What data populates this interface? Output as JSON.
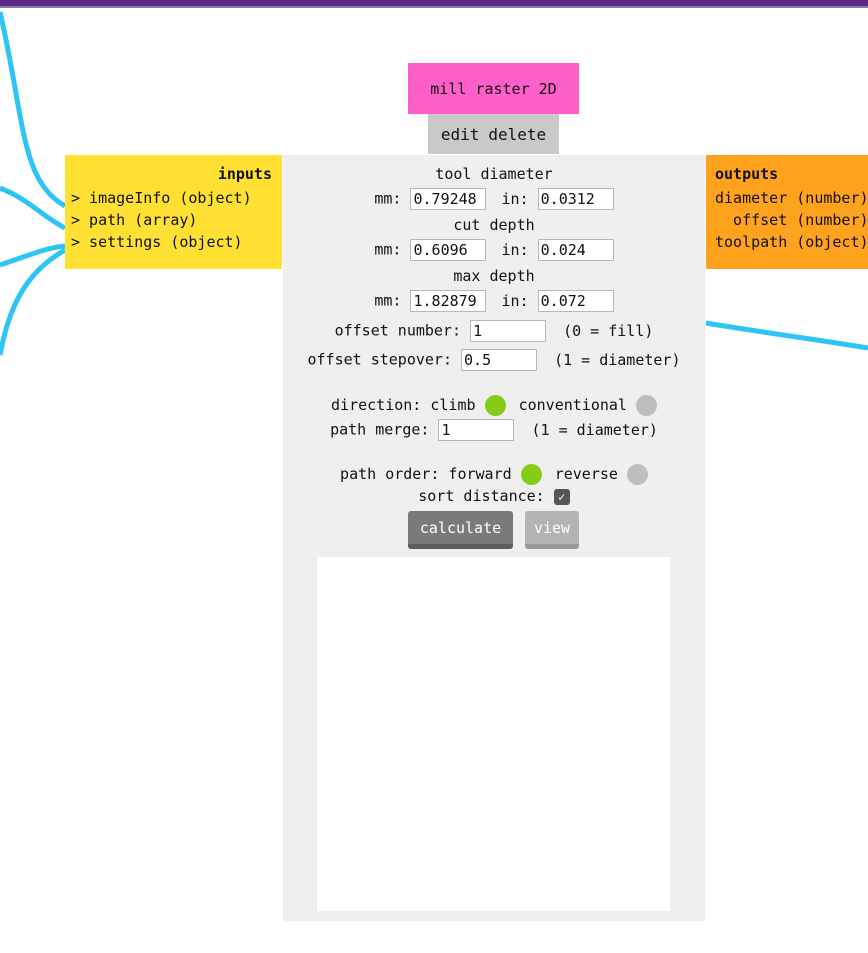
{
  "module": {
    "title": "mill raster 2D",
    "edit_label": "edit",
    "delete_label": "delete"
  },
  "inputs": {
    "title": "inputs",
    "ports": [
      "> imageInfo (object)",
      "> path (array)",
      "> settings (object)"
    ]
  },
  "outputs": {
    "title": "outputs",
    "ports": [
      "diameter (number)",
      "  offset (number)",
      "toolpath (object)"
    ]
  },
  "settings": {
    "tool_diameter": {
      "label": "tool diameter",
      "mm_label": "mm:",
      "mm_value": "0.79248",
      "in_label": "in:",
      "in_value": "0.0312"
    },
    "cut_depth": {
      "label": "cut depth",
      "mm_label": "mm:",
      "mm_value": "0.6096",
      "in_label": "in:",
      "in_value": "0.024"
    },
    "max_depth": {
      "label": "max depth",
      "mm_label": "mm:",
      "mm_value": "1.82879",
      "in_label": "in:",
      "in_value": "0.072"
    },
    "offset_number": {
      "label": "offset number:",
      "value": "1",
      "hint": "(0 = fill)"
    },
    "offset_stepover": {
      "label": "offset stepover:",
      "value": "0.5",
      "hint": "(1 = diameter)"
    },
    "direction": {
      "label": "direction:",
      "option1": "climb",
      "option2": "conventional",
      "selected": "climb"
    },
    "path_merge": {
      "label": "path merge:",
      "value": "1",
      "hint": "(1 = diameter)"
    },
    "path_order": {
      "label": "path order:",
      "option1": "forward",
      "option2": "reverse",
      "selected": "forward"
    },
    "sort_distance": {
      "label": "sort distance:",
      "checked": true
    }
  },
  "buttons": {
    "calculate": "calculate",
    "view": "view"
  },
  "colors": {
    "module_title": "#ff5fc9",
    "inputs_panel": "#ffe033",
    "outputs_panel": "#ffa31f",
    "wire": "#2ec4f5",
    "radio_on": "#84cc16",
    "radio_off": "#bdbdbd"
  }
}
